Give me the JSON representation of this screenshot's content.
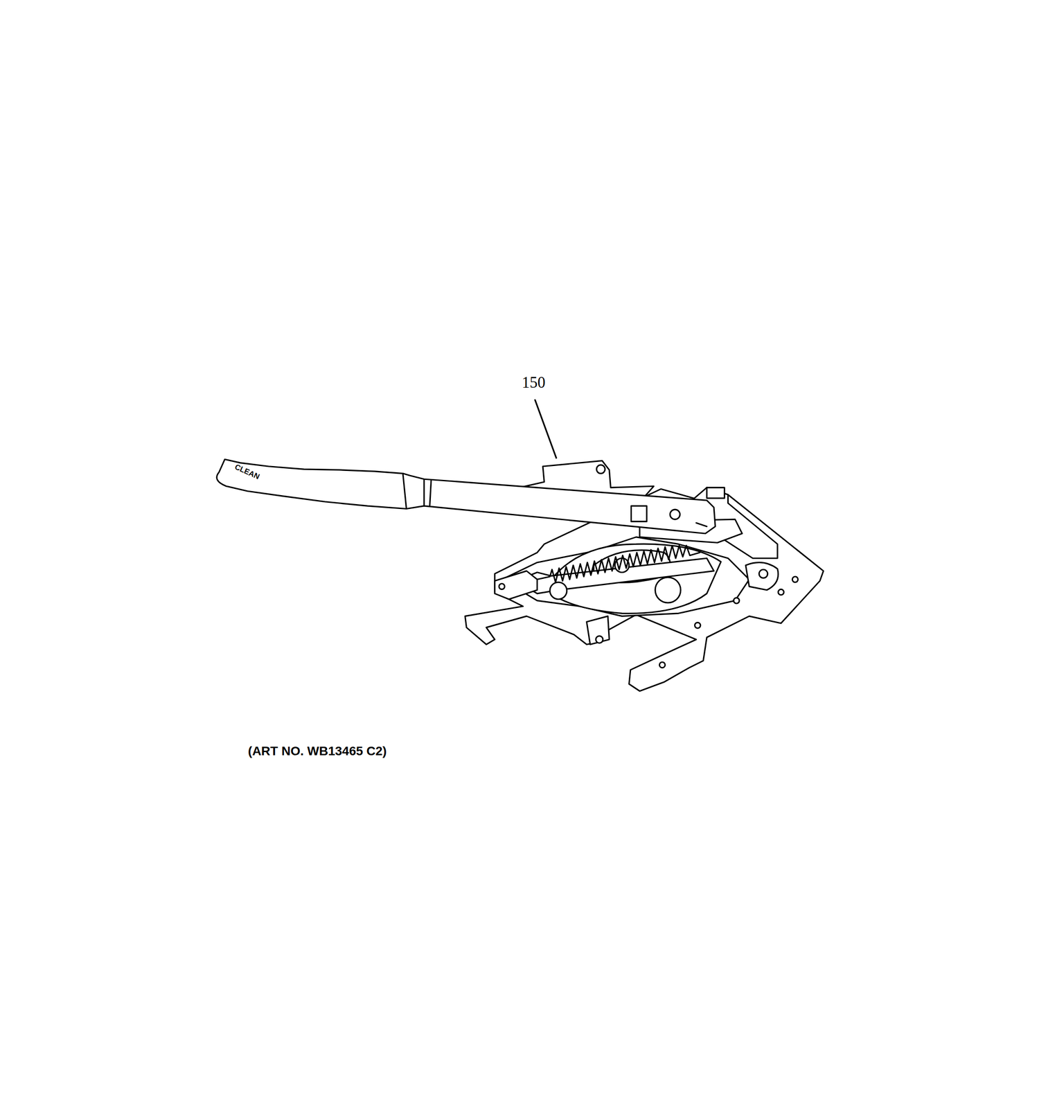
{
  "diagram": {
    "labels": [
      "150",
      "CLEAN",
      "(ART NO. WB13465 C2)"
    ]
  }
}
